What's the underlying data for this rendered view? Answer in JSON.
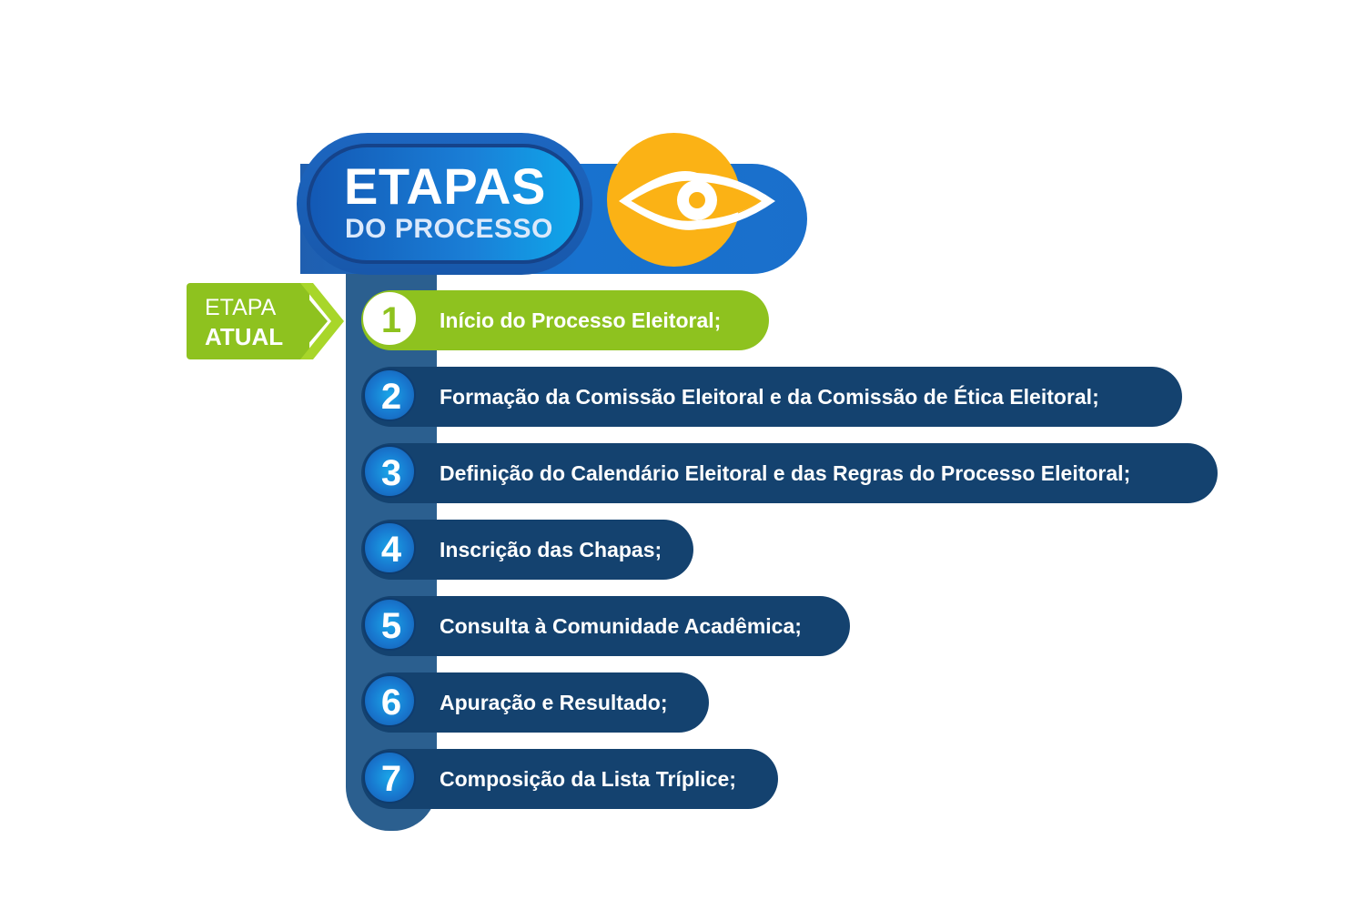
{
  "header": {
    "title": "ETAPAS",
    "subtitle": "DO PROCESSO"
  },
  "current_tag": {
    "line1": "ETAPA",
    "line2": "ATUAL"
  },
  "steps": [
    {
      "number": "1",
      "label": "Início do Processo Eleitoral;",
      "current": true
    },
    {
      "number": "2",
      "label": "Formação da Comissão Eleitoral  e da Comissão de Ética Eleitoral;",
      "current": false
    },
    {
      "number": "3",
      "label": "Definição do Calendário Eleitoral e das Regras do Processo Eleitoral;",
      "current": false
    },
    {
      "number": "4",
      "label": "Inscrição das Chapas;",
      "current": false
    },
    {
      "number": "5",
      "label": "Consulta à Comunidade Acadêmica;",
      "current": false
    },
    {
      "number": "6",
      "label": "Apuração e Resultado;",
      "current": false
    },
    {
      "number": "7",
      "label": "Composição da Lista Tríplice;",
      "current": false
    }
  ],
  "icons": {
    "header_icon": "eye-icon",
    "tag_icon": "chevron-right-icon"
  },
  "colors": {
    "navy": "#14426f",
    "green": "#8ec21f",
    "blue": "#1872cf",
    "yellow": "#fbb215",
    "spine": "#2b5f8f"
  }
}
